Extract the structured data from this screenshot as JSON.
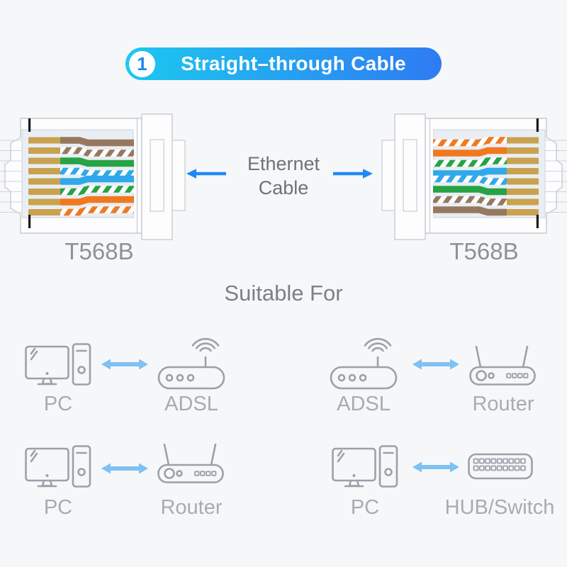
{
  "header": {
    "badge_number": "1",
    "title": "Straight–through Cable",
    "gradient_start": "#1dc8f0",
    "gradient_end": "#2e7bf2",
    "badge_text_color": "#1f87ef"
  },
  "cable": {
    "left_connector": {
      "label": "T568B",
      "wires_top_to_bottom": [
        "brown",
        "white-brown",
        "green",
        "white-blue",
        "blue",
        "white-green",
        "orange",
        "white-orange"
      ]
    },
    "right_connector": {
      "label": "T568B",
      "wires_top_to_bottom": [
        "white-orange",
        "orange",
        "white-green",
        "blue",
        "white-blue",
        "green",
        "white-brown",
        "brown"
      ]
    },
    "center_label_line1": "Ethernet",
    "center_label_line2": "Cable",
    "arrow_color": "#1e88f5",
    "wire_colors": {
      "brown": "#97785f",
      "green": "#27a344",
      "blue": "#2fa9ea",
      "orange": "#f0791e",
      "pin_gold": "#c9a24f"
    }
  },
  "suitable_for": {
    "title": "Suitable For",
    "pair_arrow_color": "#7fc1f3",
    "pairs": [
      {
        "left": "PC",
        "right": "ADSL",
        "left_icon": "pc-icon",
        "right_icon": "adsl-modem-icon"
      },
      {
        "left": "ADSL",
        "right": "Router",
        "left_icon": "adsl-modem-icon",
        "right_icon": "router-icon"
      },
      {
        "left": "PC",
        "right": "Router",
        "left_icon": "pc-icon",
        "right_icon": "router-icon"
      },
      {
        "left": "PC",
        "right": "HUB/Switch",
        "left_icon": "pc-icon",
        "right_icon": "hub-switch-icon"
      }
    ]
  }
}
